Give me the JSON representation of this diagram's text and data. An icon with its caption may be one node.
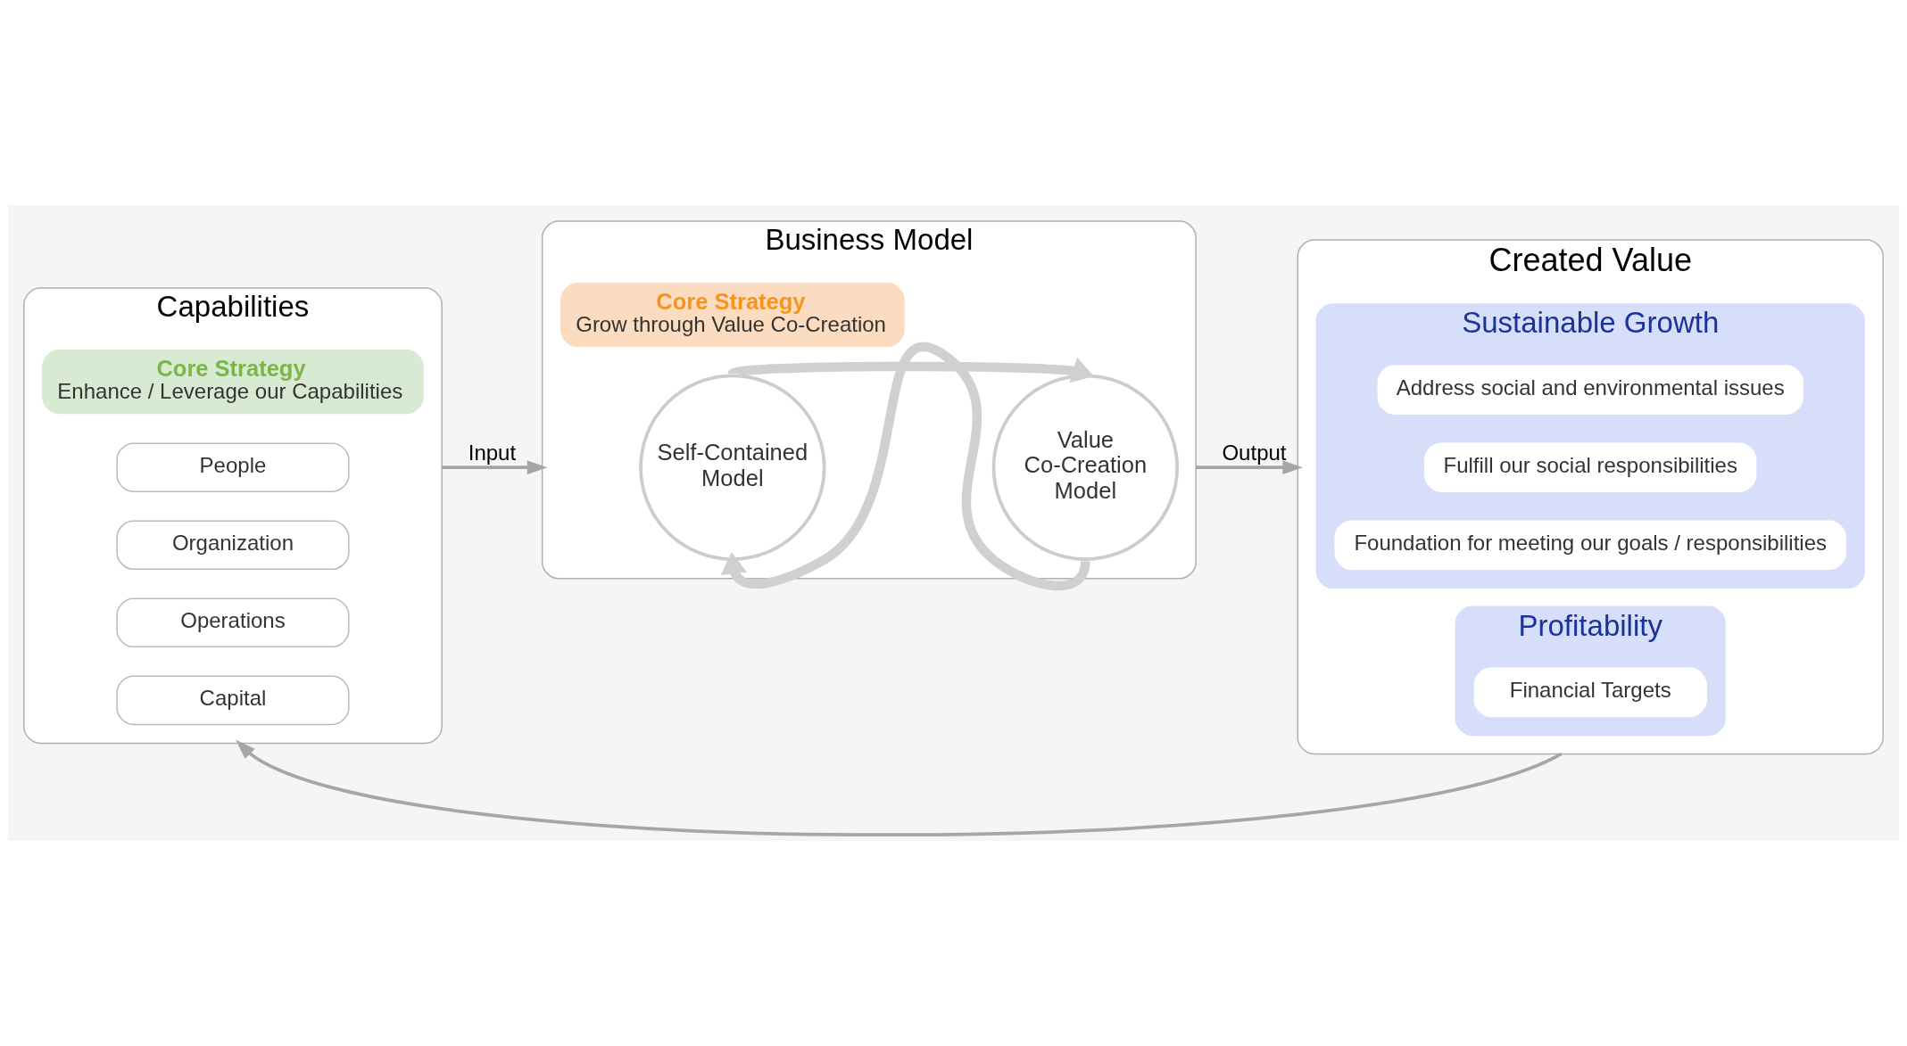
{
  "diagram": {
    "nodes": [
      {
        "text": [
          "Capabilities"
        ]
      },
      {
        "text": [
          "Core Strategy",
          "Enhance / Leverage our Capabilities"
        ],
        "in": 0
      },
      {
        "text": [
          "People"
        ],
        "in": 0
      },
      {
        "text": [
          "Organization"
        ],
        "in": 0
      },
      {
        "text": [
          "Operations"
        ],
        "in": 0
      },
      {
        "text": [
          "Capital"
        ],
        "in": 0
      },
      {
        "text": [
          "Business Model"
        ]
      },
      {
        "text": [
          "Core Strategy",
          "Grow through Value Co-Creation"
        ],
        "in": 6
      },
      {
        "text": [
          "Self-Contained Model"
        ],
        "in": 6
      },
      {
        "text": [
          "Value Co-Creation Model"
        ],
        "in": 6
      },
      {
        "text": [
          "Created Value"
        ]
      },
      {
        "text": [
          "Sustainable Growth"
        ],
        "in": 10
      },
      {
        "text": [
          "Address social and environmental issues"
        ],
        "in": 11
      },
      {
        "text": [
          "Fulfill our social responsibilities"
        ],
        "in": 11
      },
      {
        "text": [
          "Foundation for meeting our goals / responsibilities"
        ],
        "in": 11
      },
      {
        "text": [
          "Profitability"
        ],
        "in": 10
      },
      {
        "text": [
          "Financial Targets"
        ],
        "in": 15
      }
    ],
    "edges": [
      {
        "from": 0,
        "to": 6,
        "arrow": "to",
        "label": "Input"
      },
      {
        "from": 6,
        "to": 10,
        "arrow": "to",
        "label": "Output"
      },
      {
        "from": 10,
        "to": 0,
        "arrow": "to"
      },
      {
        "from": 8,
        "to": 9,
        "arrow": "to",
        "color": "#d0d0d0",
        "style": "thick"
      },
      {
        "from": 9,
        "to": 8,
        "arrow": "to",
        "color": "#d0d0d0",
        "style": "thick"
      }
    ]
  }
}
